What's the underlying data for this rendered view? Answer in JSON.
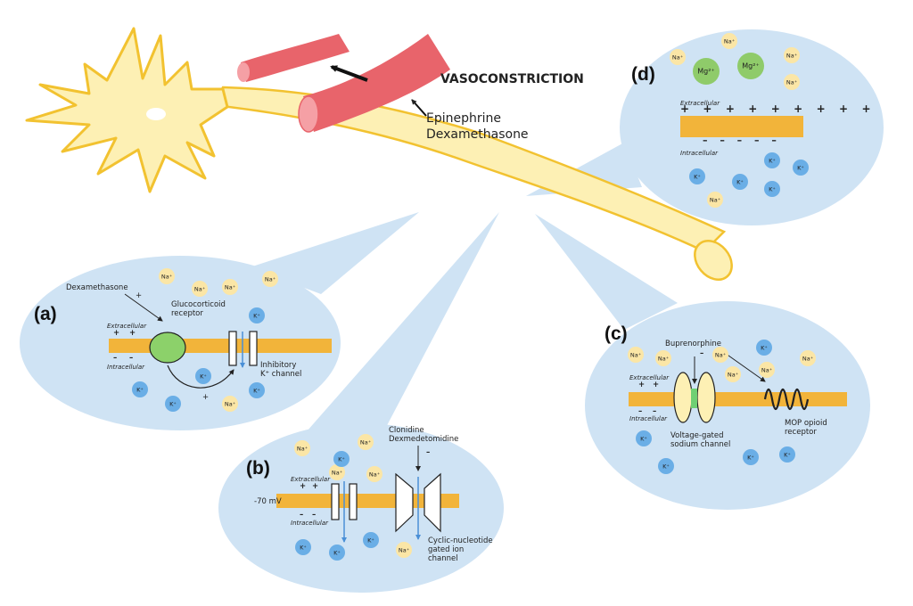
{
  "title": {
    "vasoconstriction": "VASOCONSTRICTION",
    "drug1": "Epinephrine",
    "drug2": "Dexamethasone"
  },
  "ions": {
    "na": "Na⁺",
    "k": "K⁺",
    "mg": "Mg²⁺"
  },
  "colors": {
    "panel_bg": "#cfe3f4",
    "membrane": "#f2b43a",
    "na_ion": "#fbe6a6",
    "k_ion": "#6aaee6",
    "mg_ion": "#8fcb6a",
    "vessel": "#e8646b",
    "neuron": "#fdf0b4",
    "neuron_outline": "#f2c230"
  },
  "common": {
    "extracellular": "Extracellular",
    "intracellular": "Intracellular",
    "plus": "+",
    "minus": "–",
    "plus_row": "+ + + + + + + + +",
    "minus_row": "– – – – –"
  },
  "panel_a": {
    "letter": "(a)",
    "drug": "Dexamethasone",
    "receptor1": "Glucocorticoid",
    "receptor2": "receptor",
    "channel1": "Inhibitory",
    "channel2": "K⁺ channel"
  },
  "panel_b": {
    "letter": "(b)",
    "voltage": "-70 mV",
    "drug1": "Clonidine",
    "drug2": "Dexmedetomidine",
    "channel1": "Cyclic-nucleotide",
    "channel2": "gated ion",
    "channel3": "channel"
  },
  "panel_c": {
    "letter": "(c)",
    "drug": "Buprenorphine",
    "na_channel1": "Voltage-gated",
    "na_channel2": "sodium channel",
    "receptor1": "MOP opioid",
    "receptor2": "receptor"
  },
  "panel_d": {
    "letter": "(d)"
  }
}
